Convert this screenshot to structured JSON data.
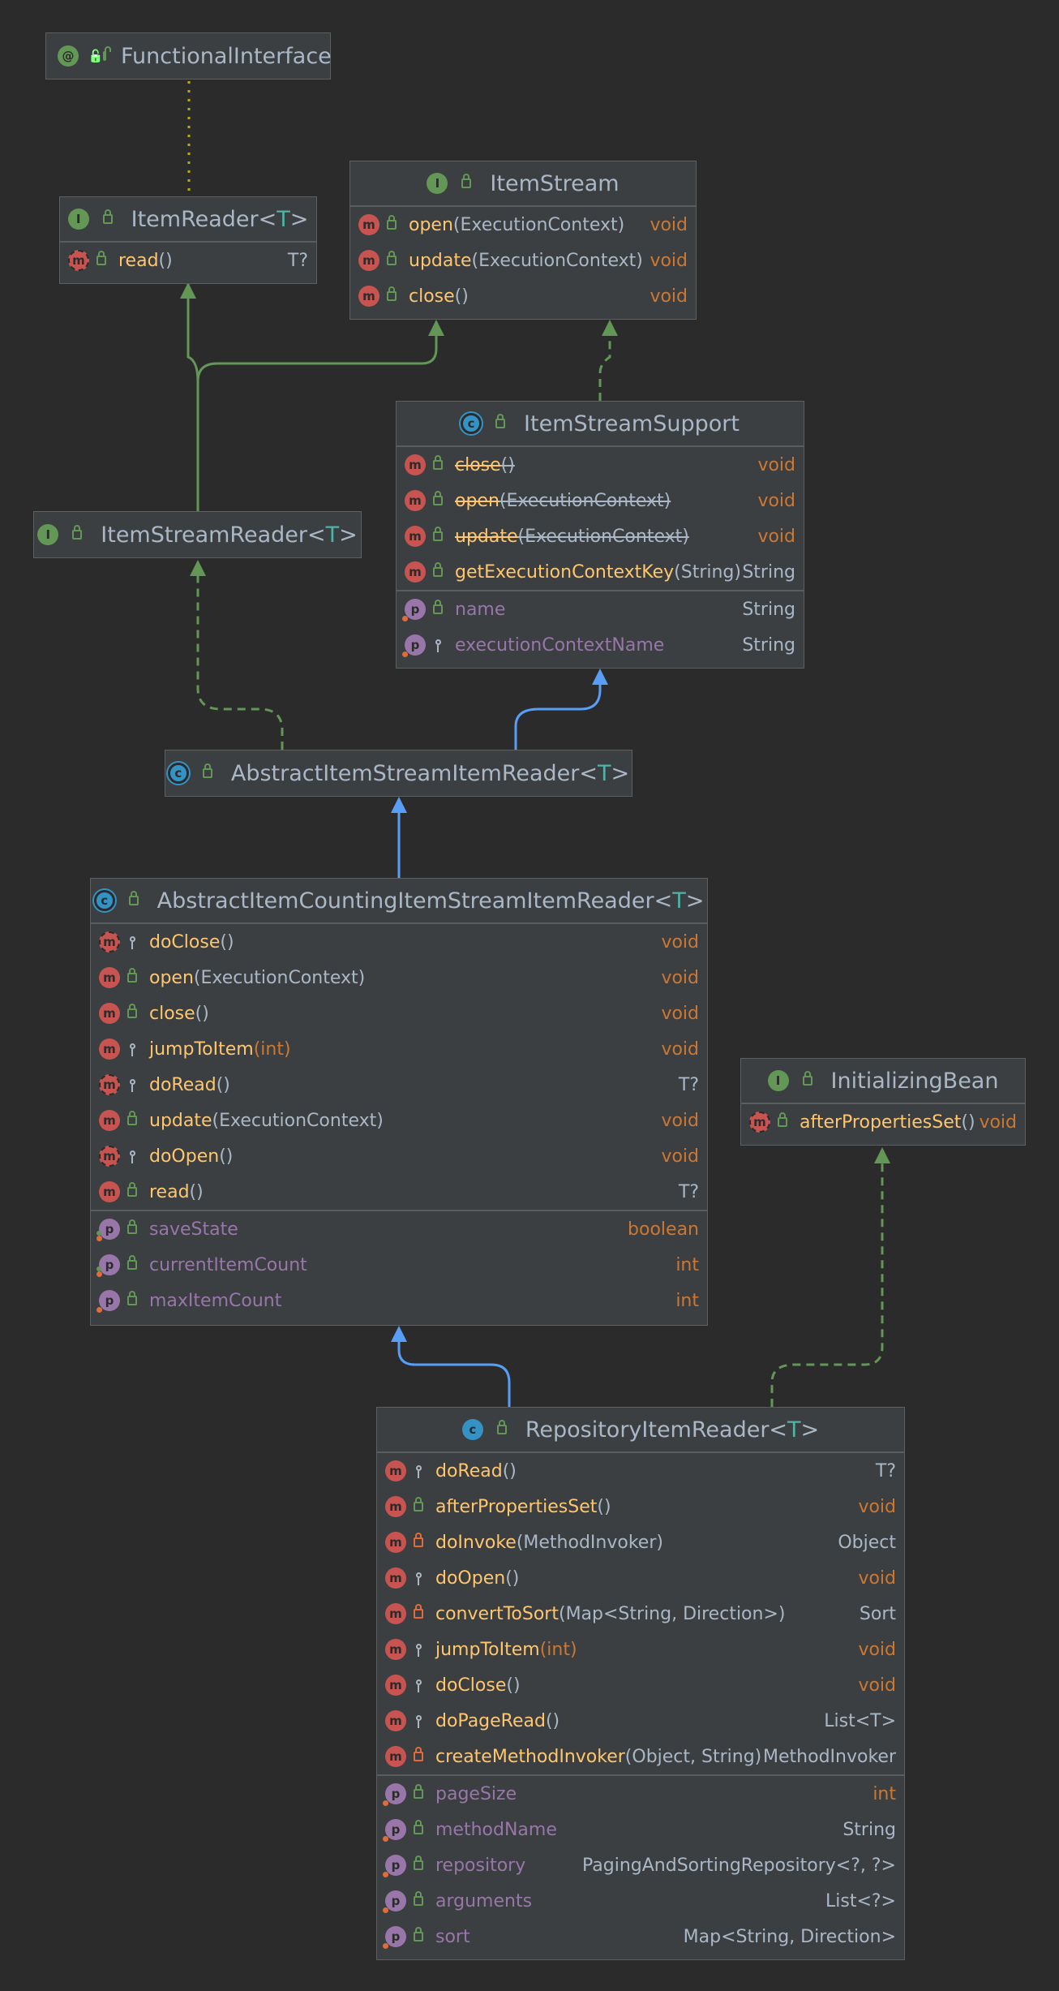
{
  "colors": {
    "background": "#2b2b2b",
    "box": "#3c3f41",
    "method_icon": "#c75450",
    "field_icon": "#9876aa",
    "interface_icon": "#629755",
    "class_icon": "#3592c4",
    "implements_edge": "#629755",
    "extends_edge": "#589df6",
    "annotation_edge": "#b8b000",
    "method_name": "#ffc66d",
    "field_name": "#9876aa",
    "return_type": "#cc7832"
  },
  "nodes": {
    "functional_interface": {
      "name": "FunctionalInterface",
      "icon": "annotation-icon"
    },
    "item_reader": {
      "name": "ItemReader",
      "type_param": "T",
      "methods": [
        {
          "name": "read",
          "params": "()",
          "ret": "T?"
        }
      ]
    },
    "item_stream": {
      "name": "ItemStream",
      "methods": [
        {
          "name": "open",
          "params": "(ExecutionContext)",
          "ret": "void"
        },
        {
          "name": "update",
          "params": "(ExecutionContext)",
          "ret": "void"
        },
        {
          "name": "close",
          "params": "()",
          "ret": "void"
        }
      ]
    },
    "item_stream_support": {
      "name": "ItemStreamSupport",
      "methods": [
        {
          "name": "close",
          "params": "()",
          "ret": "void"
        },
        {
          "name": "open",
          "params": "(ExecutionContext)",
          "ret": "void"
        },
        {
          "name": "update",
          "params": "(ExecutionContext)",
          "ret": "void"
        },
        {
          "name": "getExecutionContextKey",
          "params": "(String)",
          "ret": "String"
        }
      ],
      "fields": [
        {
          "name": "name",
          "type": "String"
        },
        {
          "name": "executionContextName",
          "type": "String"
        }
      ]
    },
    "item_stream_reader": {
      "name": "ItemStreamReader",
      "type_param": "T"
    },
    "abstract_item_stream_item_reader": {
      "name": "AbstractItemStreamItemReader",
      "type_param": "T"
    },
    "abstract_counting_reader": {
      "name": "AbstractItemCountingItemStreamItemReader",
      "type_param": "T",
      "methods": [
        {
          "name": "doClose",
          "params": "()",
          "ret": "void"
        },
        {
          "name": "open",
          "params": "(ExecutionContext)",
          "ret": "void"
        },
        {
          "name": "close",
          "params": "()",
          "ret": "void"
        },
        {
          "name": "jumpToItem",
          "params": "(int)",
          "ret": "void"
        },
        {
          "name": "doRead",
          "params": "()",
          "ret": "T?"
        },
        {
          "name": "update",
          "params": "(ExecutionContext)",
          "ret": "void"
        },
        {
          "name": "doOpen",
          "params": "()",
          "ret": "void"
        },
        {
          "name": "read",
          "params": "()",
          "ret": "T?"
        }
      ],
      "fields": [
        {
          "name": "saveState",
          "type": "boolean"
        },
        {
          "name": "currentItemCount",
          "type": "int"
        },
        {
          "name": "maxItemCount",
          "type": "int"
        }
      ]
    },
    "initializing_bean": {
      "name": "InitializingBean",
      "methods": [
        {
          "name": "afterPropertiesSet",
          "params": "()",
          "ret": "void"
        }
      ]
    },
    "repository_item_reader": {
      "name": "RepositoryItemReader",
      "type_param": "T",
      "methods": [
        {
          "name": "doRead",
          "params": "()",
          "ret": "T?"
        },
        {
          "name": "afterPropertiesSet",
          "params": "()",
          "ret": "void"
        },
        {
          "name": "doInvoke",
          "params": "(MethodInvoker)",
          "ret": "Object"
        },
        {
          "name": "doOpen",
          "params": "()",
          "ret": "void"
        },
        {
          "name": "convertToSort",
          "params": "(Map<String, Direction>)",
          "ret": "Sort"
        },
        {
          "name": "jumpToItem",
          "params": "(int)",
          "ret": "void"
        },
        {
          "name": "doClose",
          "params": "()",
          "ret": "void"
        },
        {
          "name": "doPageRead",
          "params": "()",
          "ret": "List<T>"
        },
        {
          "name": "createMethodInvoker",
          "params": "(Object, String)",
          "ret": "MethodInvoker"
        }
      ],
      "fields": [
        {
          "name": "pageSize",
          "type": "int"
        },
        {
          "name": "methodName",
          "type": "String"
        },
        {
          "name": "repository",
          "type": "PagingAndSortingRepository<?, ?>"
        },
        {
          "name": "arguments",
          "type": "List<?>"
        },
        {
          "name": "sort",
          "type": "Map<String, Direction>"
        }
      ]
    }
  }
}
